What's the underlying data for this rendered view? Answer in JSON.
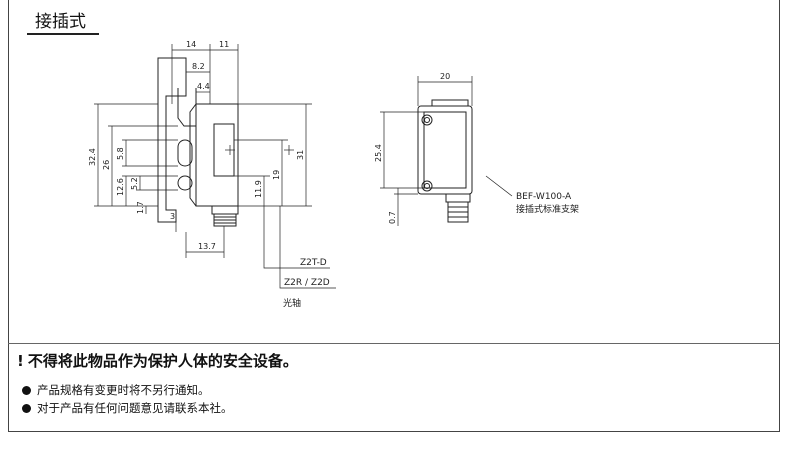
{
  "section_title": "接插式",
  "warning": {
    "icon": "!",
    "text": "不得将此物品作为保护人体的安全设备。"
  },
  "notes": [
    "产品规格有变更时将不另行通知。",
    "对于产品有任何问题意见请联系本社。"
  ],
  "drawing_left": {
    "dims": {
      "top_14": "14",
      "top_11": "11",
      "d_8_2": "8.2",
      "d_4_4": "4.4",
      "d_32_4": "32.4",
      "d_26": "26",
      "d_5_8": "5.8",
      "d_12_6": "12.6",
      "d_5_2": "5.2",
      "d_1_7": "1.7",
      "d_3": "3",
      "d_13_7": "13.7",
      "d_11_9": "11.9",
      "d_19": "19",
      "d_31": "31"
    },
    "labels": {
      "model_a": "Z2T-D",
      "model_b": "Z2R / Z2D",
      "optical_axis": "光轴"
    }
  },
  "drawing_right": {
    "dims": {
      "top_20": "20",
      "d_25_4": "25.4",
      "d_0_7": "0.7"
    },
    "labels": {
      "bracket_model": "BEF-W100-A",
      "bracket_desc": "接插式标准支架"
    }
  }
}
